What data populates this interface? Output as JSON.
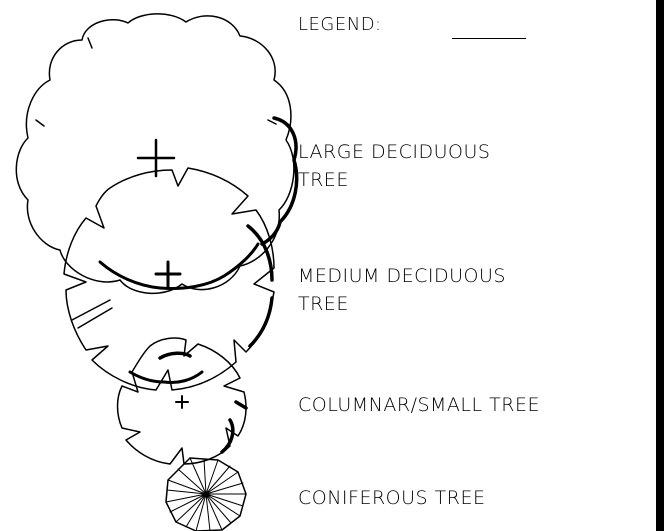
{
  "legend": {
    "title": "LEGEND:"
  },
  "items": [
    {
      "line1": "LARGE DECIDUOUS",
      "line2": "TREE"
    },
    {
      "line1": "MEDIUM DECIDUOUS",
      "line2": "TREE"
    },
    {
      "line1": "COLUMNAR/SMALL TREE"
    },
    {
      "line1": "CONIFEROUS TREE"
    }
  ],
  "symbols": [
    {
      "name": "large-deciduous-tree",
      "center_mark": "+"
    },
    {
      "name": "medium-deciduous-tree",
      "center_mark": "+"
    },
    {
      "name": "columnar-small-tree",
      "center_mark": "+"
    },
    {
      "name": "coniferous-tree",
      "center_mark": ""
    }
  ],
  "colors": {
    "ink": "#000000",
    "paper": "#ffffff"
  }
}
